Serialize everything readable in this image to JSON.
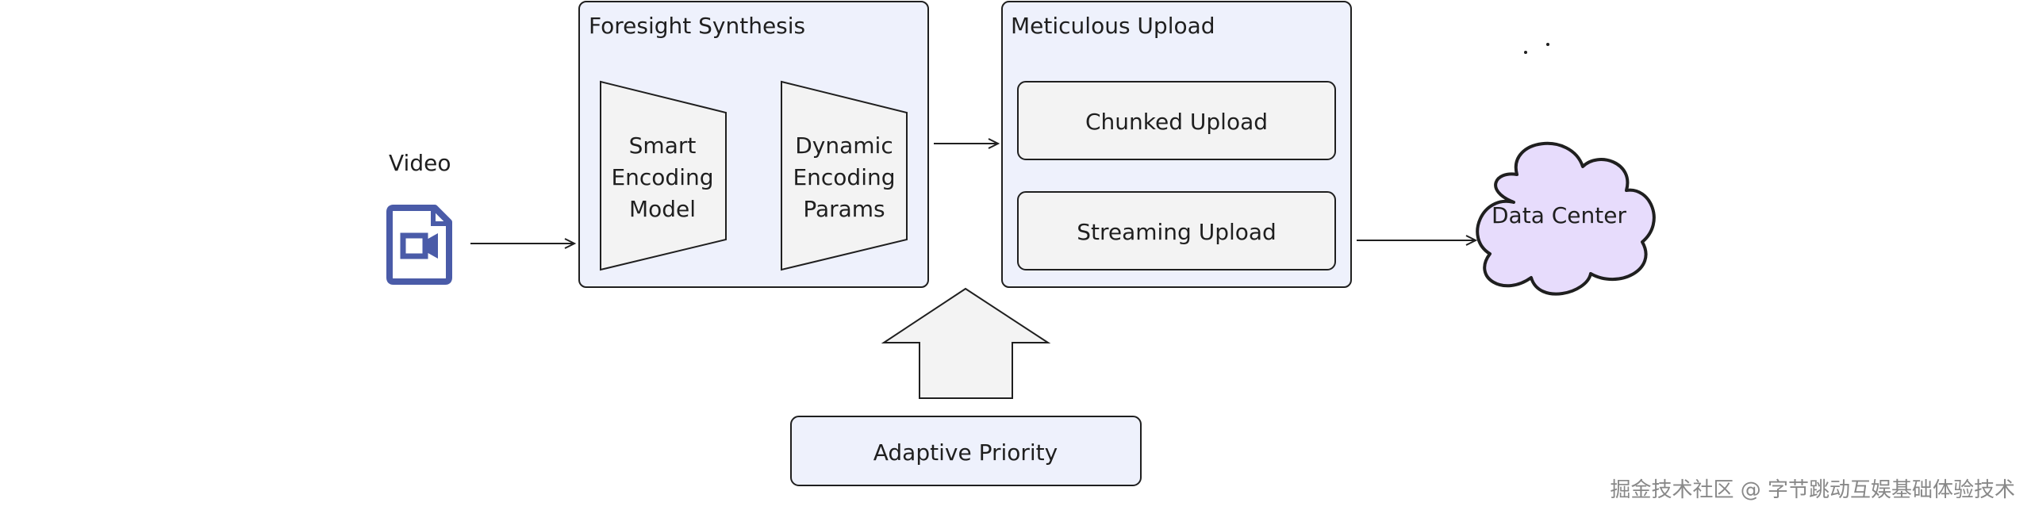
{
  "diagram": {
    "video": {
      "label": "Video",
      "icon": "video-file-icon",
      "icon_color": "#4a5ba8"
    },
    "foresight": {
      "title": "Foresight Synthesis",
      "model_line1": "Smart",
      "model_line2": "Encoding",
      "model_line3": "Model",
      "params_line1": "Dynamic",
      "params_line2": "Encoding",
      "params_line3": "Params",
      "bg_color": "#eef1fc"
    },
    "upload": {
      "title": "Meticulous Upload",
      "chunked": "Chunked Upload",
      "streaming": "Streaming Upload",
      "bg_color": "#eef1fc"
    },
    "priority": {
      "label": "Adaptive Priority"
    },
    "datacenter": {
      "label": "Data Center",
      "fill_color": "#e7dcfc"
    },
    "watermark": "掘金技术社区 @ 字节跳动互娱基础体验技术"
  }
}
